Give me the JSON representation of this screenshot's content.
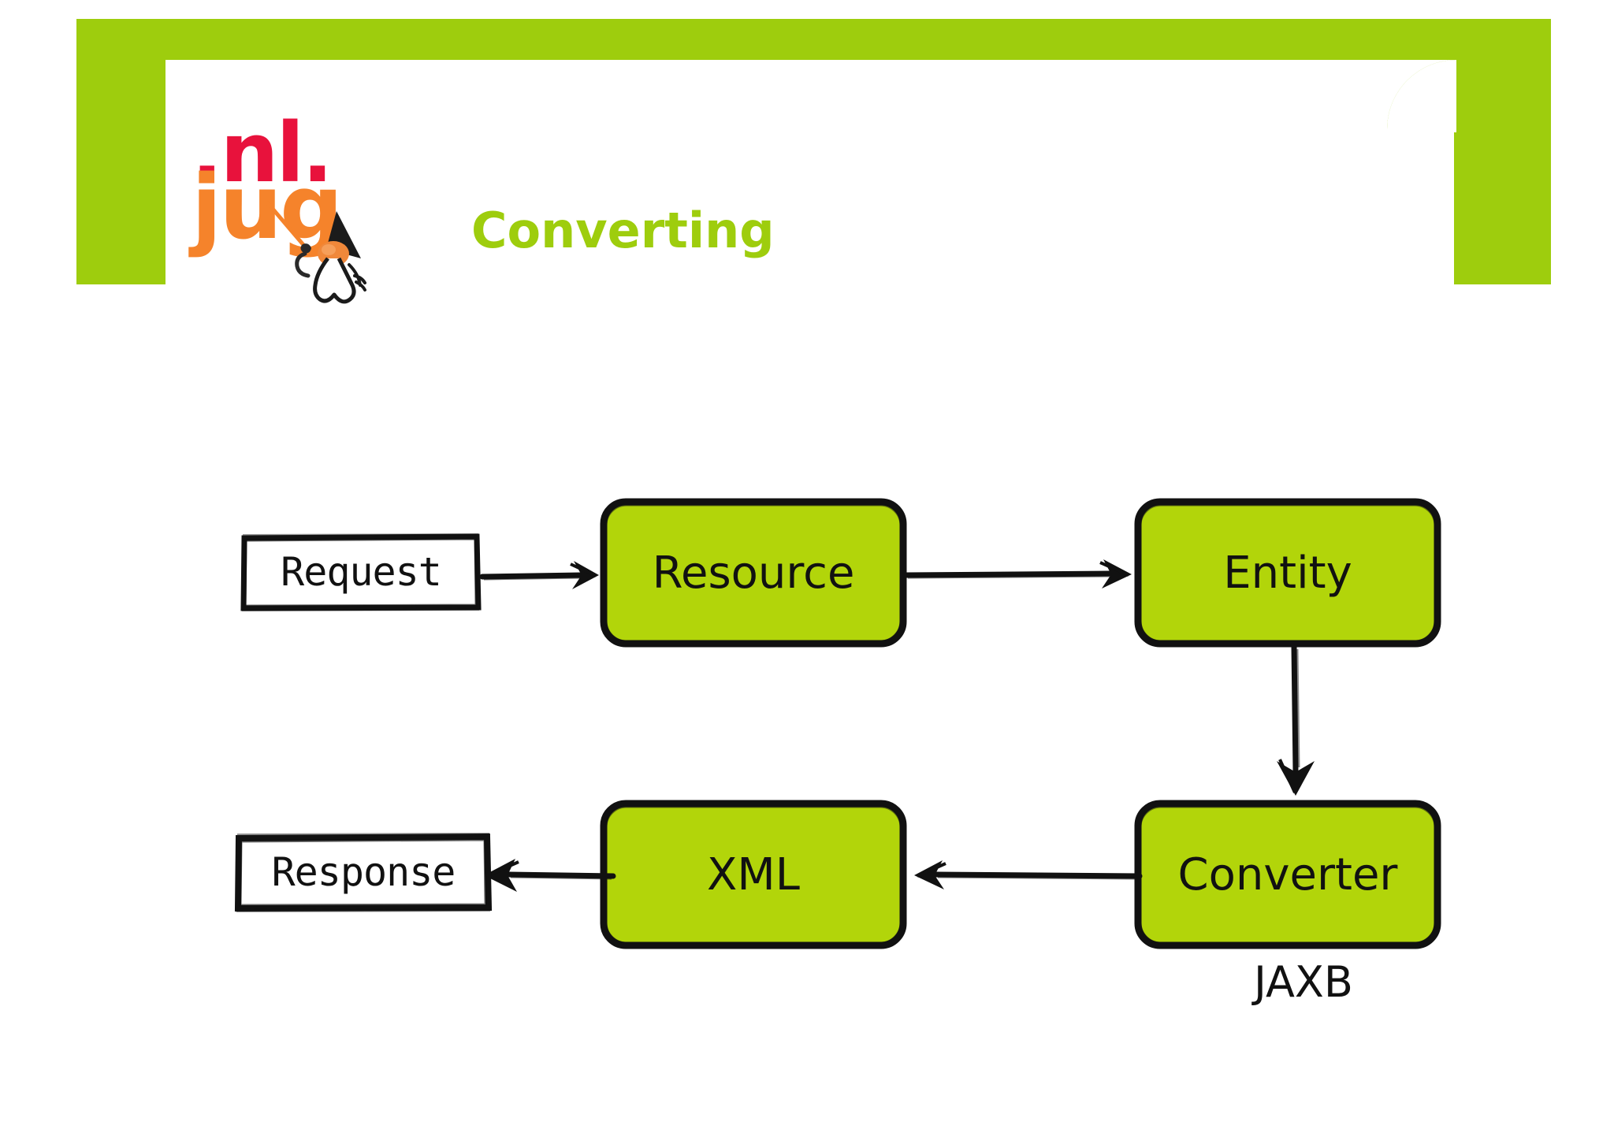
{
  "slide": {
    "title": "Converting",
    "brand": {
      "logo_top": ".nl.",
      "logo_bottom": "jug",
      "mascot": "duke-mascot"
    },
    "colors": {
      "frame_green": "#9ECD0D",
      "title_green": "#9ECD0D",
      "box_green": "#B2D50A",
      "logo_red": "#E8123C",
      "logo_orange": "#F5832B",
      "ink_black": "#111111",
      "background": "#FFFFFF"
    }
  },
  "diagram": {
    "type": "flow",
    "nodes": [
      {
        "id": "request",
        "label": "Request",
        "style": "plain",
        "row": 1
      },
      {
        "id": "resource",
        "label": "Resource",
        "style": "green",
        "row": 1
      },
      {
        "id": "entity",
        "label": "Entity",
        "style": "green",
        "row": 1
      },
      {
        "id": "converter",
        "label": "Converter",
        "style": "green",
        "row": 2,
        "annotation": "JAXB"
      },
      {
        "id": "xml",
        "label": "XML",
        "style": "green",
        "row": 2
      },
      {
        "id": "response",
        "label": "Response",
        "style": "plain",
        "row": 2
      }
    ],
    "edges": [
      {
        "from": "request",
        "to": "resource",
        "direction": "right"
      },
      {
        "from": "resource",
        "to": "entity",
        "direction": "right"
      },
      {
        "from": "entity",
        "to": "converter",
        "direction": "down"
      },
      {
        "from": "converter",
        "to": "xml",
        "direction": "left"
      },
      {
        "from": "xml",
        "to": "response",
        "direction": "left"
      }
    ],
    "annotation_jaxb": "JAXB"
  }
}
